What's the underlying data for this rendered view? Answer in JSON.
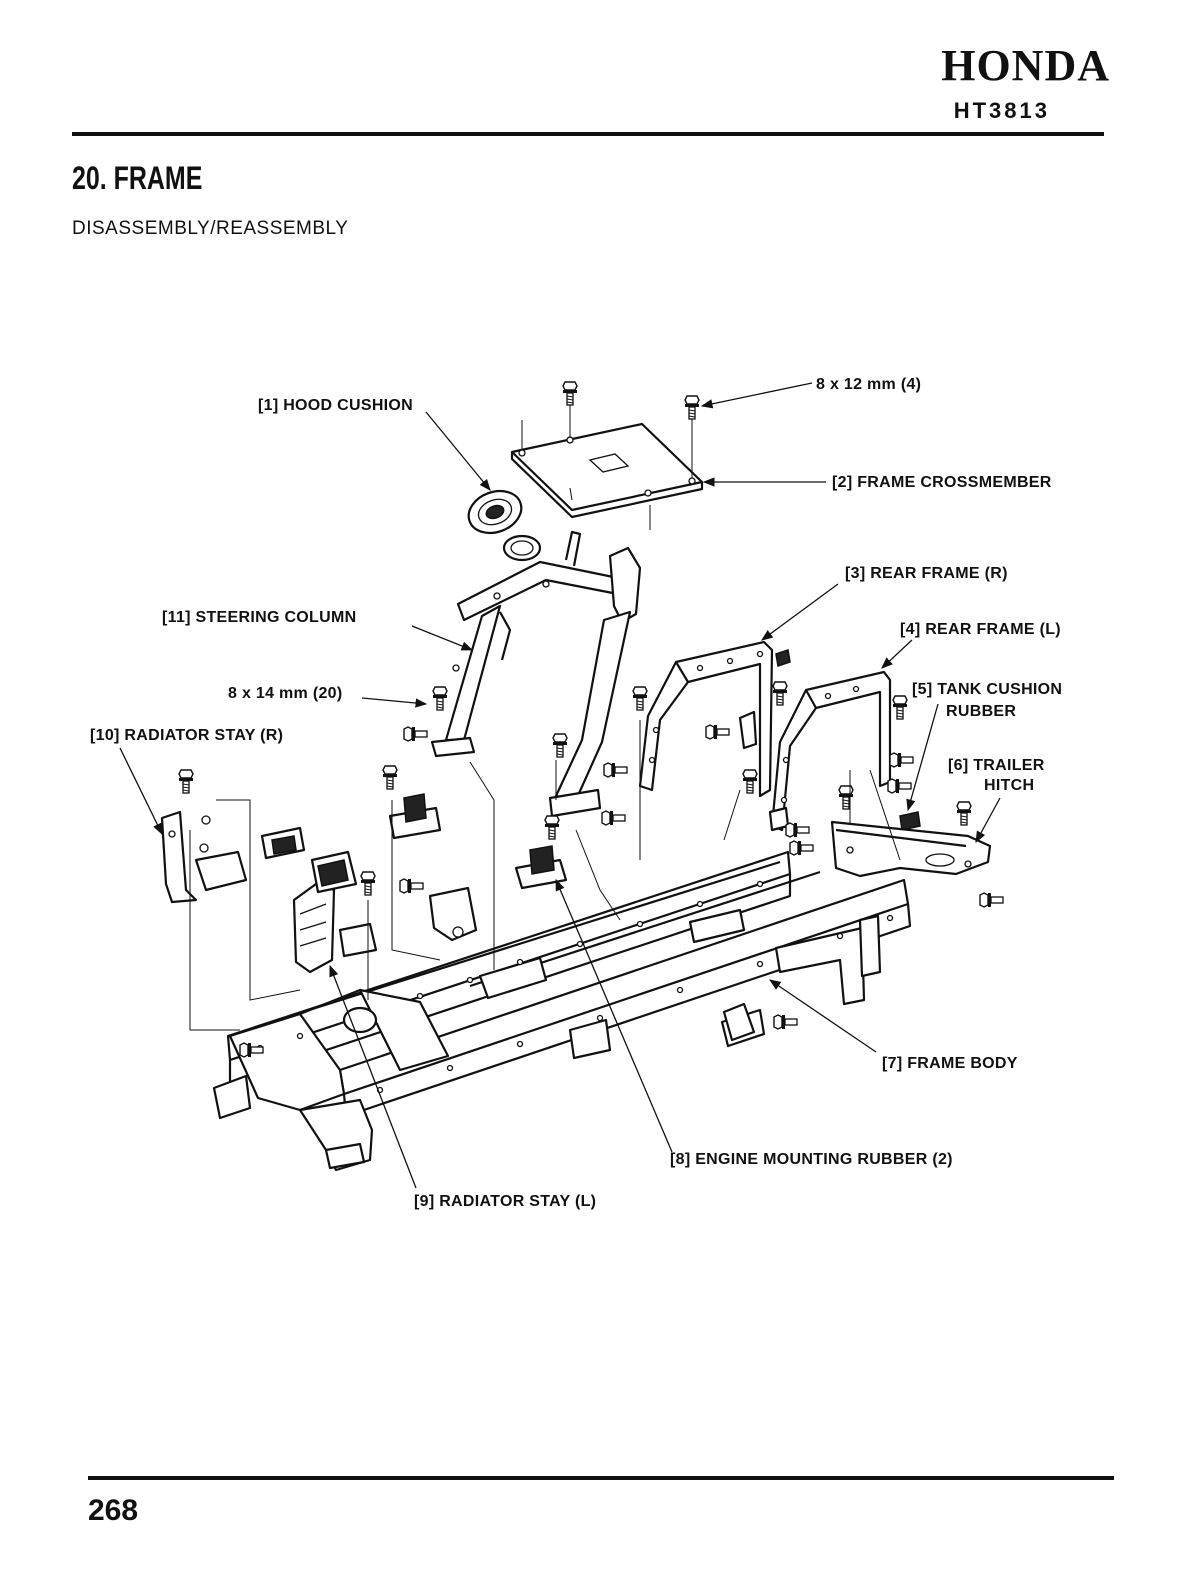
{
  "header": {
    "brand": "HONDA",
    "model": "HT3813"
  },
  "section": {
    "title": "20. FRAME",
    "subtitle": "DISASSEMBLY/REASSEMBLY"
  },
  "diagram": {
    "labels": {
      "hood_cushion": "[1] HOOD CUSHION",
      "frame_crossmember": "[2] FRAME CROSSMEMBER",
      "rear_frame_r": "[3] REAR FRAME (R)",
      "rear_frame_l": "[4] REAR FRAME (L)",
      "tank_cushion_1": "[5] TANK CUSHION",
      "tank_cushion_2": "RUBBER",
      "trailer_hitch_1": "[6] TRAILER",
      "trailer_hitch_2": "HITCH",
      "frame_body": "[7] FRAME BODY",
      "engine_mounting_rubber": "[8] ENGINE MOUNTING RUBBER (2)",
      "radiator_stay_l": "[9] RADIATOR STAY (L)",
      "radiator_stay_r": "[10] RADIATOR STAY (R)",
      "steering_column": "[11] STEERING COLUMN",
      "bolt_8x12": "8 x 12 mm (4)",
      "bolt_8x14": "8 x 14 mm (20)"
    }
  },
  "footer": {
    "page_number": "268"
  }
}
